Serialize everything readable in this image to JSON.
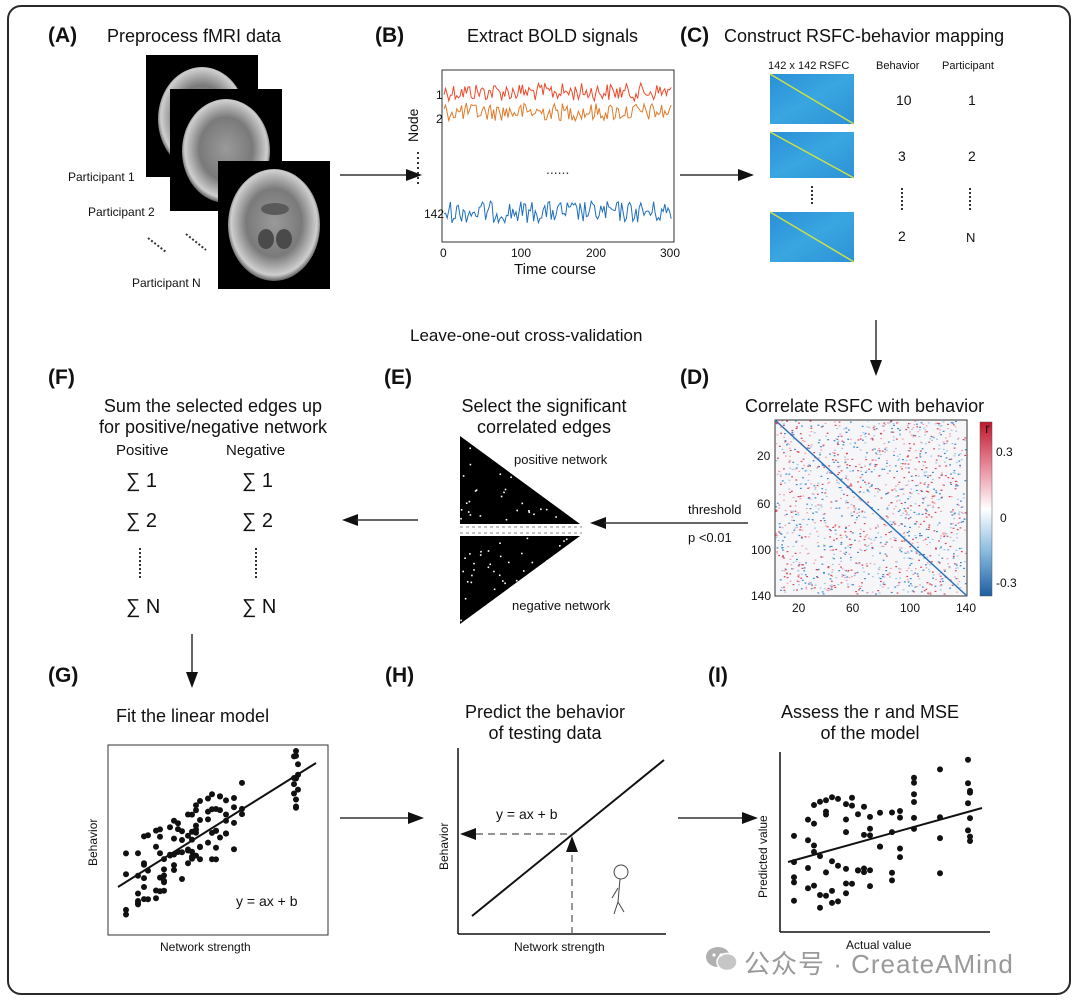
{
  "panels": {
    "A": {
      "letter": "(A)",
      "title": "Preprocess fMRI data",
      "labels": [
        "Participant 1",
        "Participant 2",
        "Participant N"
      ]
    },
    "B": {
      "letter": "(B)",
      "title": "Extract BOLD signals",
      "ylabel": "Node",
      "xlabel": "Time course",
      "node_labels": [
        "1",
        "2",
        "142"
      ],
      "xticks": [
        "0",
        "100",
        "200",
        "300"
      ],
      "colors": {
        "node1": "#ef4a2a",
        "node2": "#e07b2a",
        "node142": "#1f6fc0"
      }
    },
    "C": {
      "letter": "(C)",
      "title": "Construct RSFC-behavior mapping",
      "col_headers": [
        "142 x 142 RSFC",
        "Behavior",
        "Participant"
      ],
      "rows": [
        {
          "behavior": "10",
          "participant": "1"
        },
        {
          "behavior": "3",
          "participant": "2"
        },
        {
          "behavior": "2",
          "participant": "N"
        }
      ]
    },
    "cv_label": "Leave-one-out cross-validation",
    "D": {
      "letter": "(D)",
      "title": "Correlate RSFC with behavior",
      "threshold_label": "threshold",
      "p_label": "p <0.01",
      "yticks": [
        "20",
        "60",
        "100",
        "140"
      ],
      "xticks": [
        "20",
        "60",
        "100",
        "140"
      ],
      "colorbar_label": "r",
      "colorbar_ticks": [
        "0.3",
        "0",
        "-0.3"
      ]
    },
    "E": {
      "letter": "(E)",
      "title_line1": "Select the  significant",
      "title_line2": "correlated edges",
      "pos_label": "positive network",
      "neg_label": "negative network"
    },
    "F": {
      "letter": "(F)",
      "title_line1": "Sum the selected edges up",
      "title_line2": "for positive/negative network",
      "col_pos": "Positive",
      "col_neg": "Negative",
      "sum_items": [
        "∑ 1",
        "∑ 2",
        "∑ N"
      ]
    },
    "G": {
      "letter": "(G)",
      "title": "Fit the linear model",
      "ylabel": "Behavior",
      "xlabel": "Network strength",
      "equation": "y = ax + b"
    },
    "H": {
      "letter": "(H)",
      "title_line1": "Predict the behavior",
      "title_line2": "of testing data",
      "ylabel": "Behavior",
      "xlabel": "Network strength",
      "equation": "y = ax + b"
    },
    "I": {
      "letter": "(I)",
      "title_line1": "Assess the r and MSE",
      "title_line2": "of the model",
      "ylabel": "Predicted value",
      "xlabel": "Actual value"
    }
  },
  "watermark": "公众号 · CreateAMind"
}
